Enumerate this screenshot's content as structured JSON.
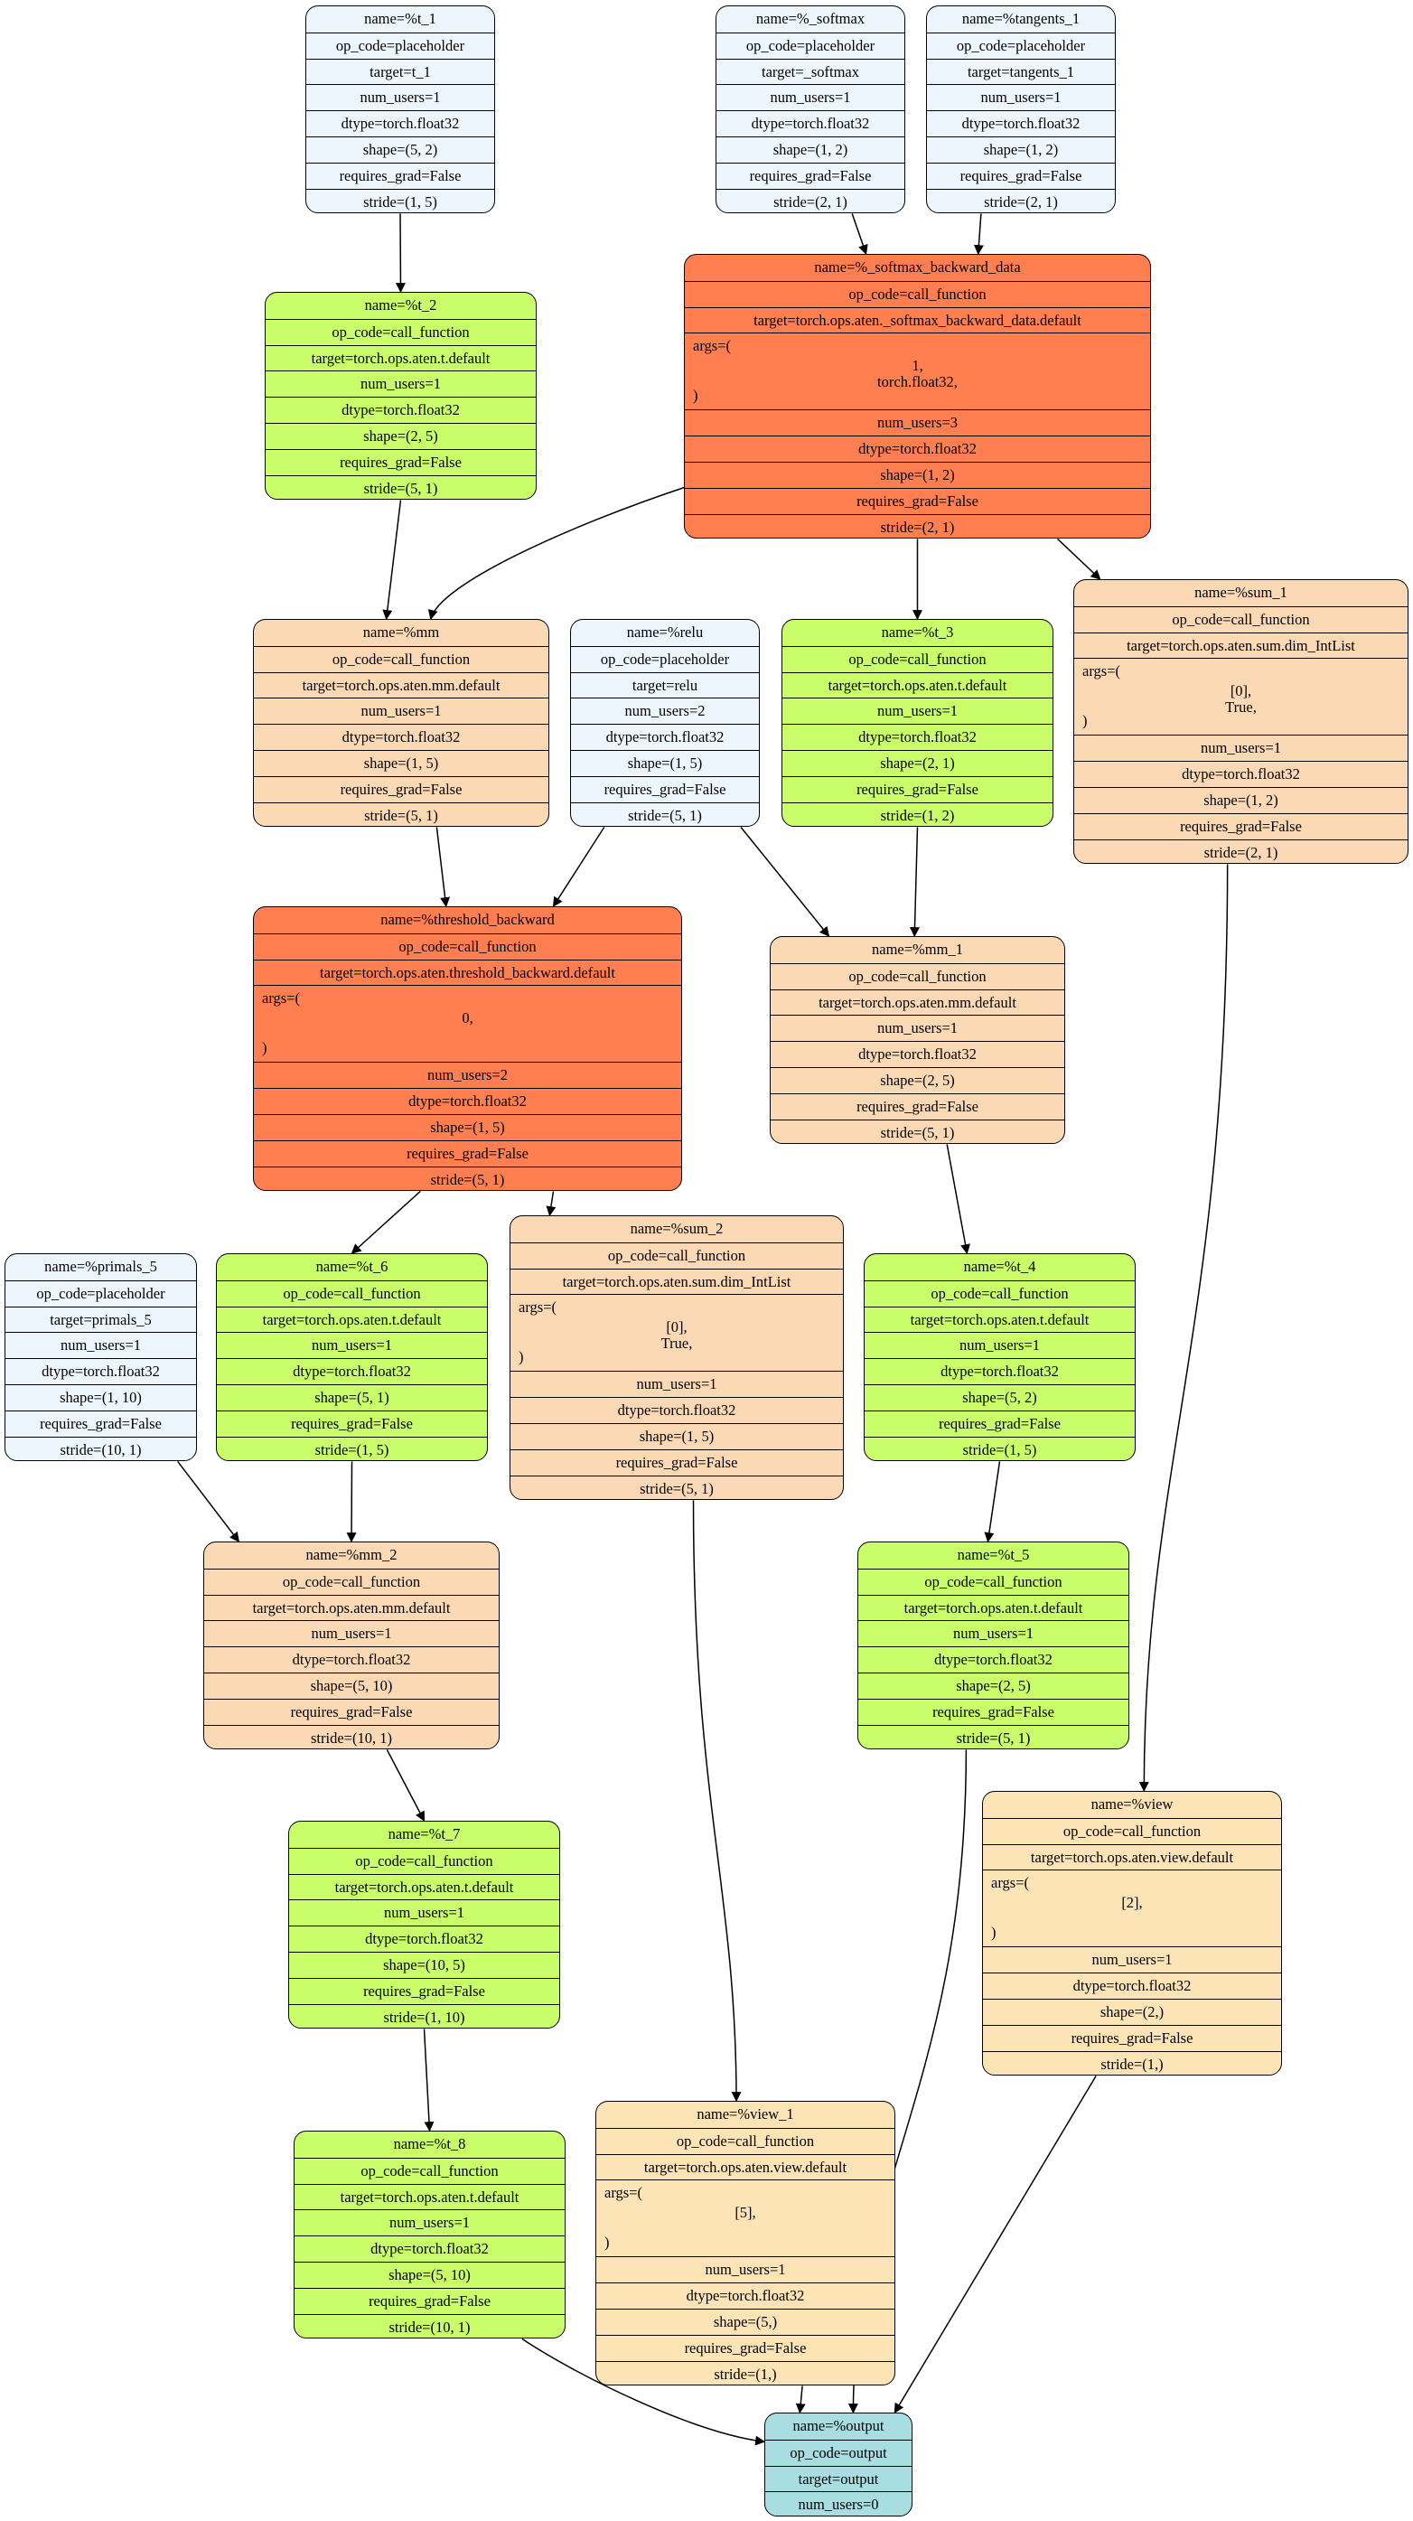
{
  "colors": {
    "placeholder": "#eef6fd",
    "green": "#c9fe6a",
    "peach": "#fcd9b5",
    "red": "#ff7f50",
    "tan": "#fde4b6",
    "output": "#a8dde2",
    "edge": "#000000"
  },
  "nodes": [
    {
      "id": "t_1",
      "rows": [
        "name=%t_1",
        "op_code=placeholder",
        "target=t_1",
        "num_users=1",
        "dtype=torch.float32",
        "shape=(5, 2)",
        "requires_grad=False",
        "stride=(1, 5)"
      ]
    },
    {
      "id": "softmax",
      "rows": [
        "name=%_softmax",
        "op_code=placeholder",
        "target=_softmax",
        "num_users=1",
        "dtype=torch.float32",
        "shape=(1, 2)",
        "requires_grad=False",
        "stride=(2, 1)"
      ]
    },
    {
      "id": "tangents_1",
      "rows": [
        "name=%tangents_1",
        "op_code=placeholder",
        "target=tangents_1",
        "num_users=1",
        "dtype=torch.float32",
        "shape=(1, 2)",
        "requires_grad=False",
        "stride=(2, 1)"
      ]
    },
    {
      "id": "t_2",
      "rows": [
        "name=%t_2",
        "op_code=call_function",
        "target=torch.ops.aten.t.default",
        "num_users=1",
        "dtype=torch.float32",
        "shape=(2, 5)",
        "requires_grad=False",
        "stride=(5, 1)"
      ]
    },
    {
      "id": "softmax_backward_data",
      "rows": [
        "name=%_softmax_backward_data",
        "op_code=call_function",
        "target=torch.ops.aten._softmax_backward_data.default"
      ],
      "args": [
        "1,",
        "torch.float32,"
      ],
      "rows_after": [
        "num_users=3",
        "dtype=torch.float32",
        "shape=(1, 2)",
        "requires_grad=False",
        "stride=(2, 1)"
      ]
    },
    {
      "id": "mm",
      "rows": [
        "name=%mm",
        "op_code=call_function",
        "target=torch.ops.aten.mm.default",
        "num_users=1",
        "dtype=torch.float32",
        "shape=(1, 5)",
        "requires_grad=False",
        "stride=(5, 1)"
      ]
    },
    {
      "id": "relu",
      "rows": [
        "name=%relu",
        "op_code=placeholder",
        "target=relu",
        "num_users=2",
        "dtype=torch.float32",
        "shape=(1, 5)",
        "requires_grad=False",
        "stride=(5, 1)"
      ]
    },
    {
      "id": "t_3",
      "rows": [
        "name=%t_3",
        "op_code=call_function",
        "target=torch.ops.aten.t.default",
        "num_users=1",
        "dtype=torch.float32",
        "shape=(2, 1)",
        "requires_grad=False",
        "stride=(1, 2)"
      ]
    },
    {
      "id": "sum_1",
      "rows": [
        "name=%sum_1",
        "op_code=call_function",
        "target=torch.ops.aten.sum.dim_IntList"
      ],
      "args": [
        "[0],",
        "True,"
      ],
      "rows_after": [
        "num_users=1",
        "dtype=torch.float32",
        "shape=(1, 2)",
        "requires_grad=False",
        "stride=(2, 1)"
      ]
    },
    {
      "id": "threshold_backward",
      "rows": [
        "name=%threshold_backward",
        "op_code=call_function",
        "target=torch.ops.aten.threshold_backward.default"
      ],
      "args": [
        "0,"
      ],
      "rows_after": [
        "num_users=2",
        "dtype=torch.float32",
        "shape=(1, 5)",
        "requires_grad=False",
        "stride=(5, 1)"
      ]
    },
    {
      "id": "mm_1",
      "rows": [
        "name=%mm_1",
        "op_code=call_function",
        "target=torch.ops.aten.mm.default",
        "num_users=1",
        "dtype=torch.float32",
        "shape=(2, 5)",
        "requires_grad=False",
        "stride=(5, 1)"
      ]
    },
    {
      "id": "primals_5",
      "rows": [
        "name=%primals_5",
        "op_code=placeholder",
        "target=primals_5",
        "num_users=1",
        "dtype=torch.float32",
        "shape=(1, 10)",
        "requires_grad=False",
        "stride=(10, 1)"
      ]
    },
    {
      "id": "t_6",
      "rows": [
        "name=%t_6",
        "op_code=call_function",
        "target=torch.ops.aten.t.default",
        "num_users=1",
        "dtype=torch.float32",
        "shape=(5, 1)",
        "requires_grad=False",
        "stride=(1, 5)"
      ]
    },
    {
      "id": "sum_2",
      "rows": [
        "name=%sum_2",
        "op_code=call_function",
        "target=torch.ops.aten.sum.dim_IntList"
      ],
      "args": [
        "[0],",
        "True,"
      ],
      "rows_after": [
        "num_users=1",
        "dtype=torch.float32",
        "shape=(1, 5)",
        "requires_grad=False",
        "stride=(5, 1)"
      ]
    },
    {
      "id": "t_4",
      "rows": [
        "name=%t_4",
        "op_code=call_function",
        "target=torch.ops.aten.t.default",
        "num_users=1",
        "dtype=torch.float32",
        "shape=(5, 2)",
        "requires_grad=False",
        "stride=(1, 5)"
      ]
    },
    {
      "id": "mm_2",
      "rows": [
        "name=%mm_2",
        "op_code=call_function",
        "target=torch.ops.aten.mm.default",
        "num_users=1",
        "dtype=torch.float32",
        "shape=(5, 10)",
        "requires_grad=False",
        "stride=(10, 1)"
      ]
    },
    {
      "id": "t_5",
      "rows": [
        "name=%t_5",
        "op_code=call_function",
        "target=torch.ops.aten.t.default",
        "num_users=1",
        "dtype=torch.float32",
        "shape=(2, 5)",
        "requires_grad=False",
        "stride=(5, 1)"
      ]
    },
    {
      "id": "view",
      "rows": [
        "name=%view",
        "op_code=call_function",
        "target=torch.ops.aten.view.default"
      ],
      "args": [
        "[2],"
      ],
      "rows_after": [
        "num_users=1",
        "dtype=torch.float32",
        "shape=(2,)",
        "requires_grad=False",
        "stride=(1,)"
      ]
    },
    {
      "id": "t_7",
      "rows": [
        "name=%t_7",
        "op_code=call_function",
        "target=torch.ops.aten.t.default",
        "num_users=1",
        "dtype=torch.float32",
        "shape=(10, 5)",
        "requires_grad=False",
        "stride=(1, 10)"
      ]
    },
    {
      "id": "t_8",
      "rows": [
        "name=%t_8",
        "op_code=call_function",
        "target=torch.ops.aten.t.default",
        "num_users=1",
        "dtype=torch.float32",
        "shape=(5, 10)",
        "requires_grad=False",
        "stride=(10, 1)"
      ]
    },
    {
      "id": "view_1",
      "rows": [
        "name=%view_1",
        "op_code=call_function",
        "target=torch.ops.aten.view.default"
      ],
      "args": [
        "[5],"
      ],
      "rows_after": [
        "num_users=1",
        "dtype=torch.float32",
        "shape=(5,)",
        "requires_grad=False",
        "stride=(1,)"
      ]
    },
    {
      "id": "output",
      "rows": [
        "name=%output",
        "op_code=output",
        "target=output",
        "num_users=0"
      ]
    }
  ],
  "edges": [
    {
      "from": "t_1",
      "to": "t_2"
    },
    {
      "from": "softmax",
      "to": "softmax_backward_data"
    },
    {
      "from": "tangents_1",
      "to": "softmax_backward_data"
    },
    {
      "from": "softmax_backward_data",
      "to": "mm"
    },
    {
      "from": "t_2",
      "to": "mm"
    },
    {
      "from": "softmax_backward_data",
      "to": "t_3"
    },
    {
      "from": "softmax_backward_data",
      "to": "sum_1"
    },
    {
      "from": "mm",
      "to": "threshold_backward"
    },
    {
      "from": "relu",
      "to": "threshold_backward"
    },
    {
      "from": "relu",
      "to": "mm_1"
    },
    {
      "from": "t_3",
      "to": "mm_1"
    },
    {
      "from": "threshold_backward",
      "to": "t_6"
    },
    {
      "from": "threshold_backward",
      "to": "sum_2"
    },
    {
      "from": "mm_1",
      "to": "t_4"
    },
    {
      "from": "primals_5",
      "to": "mm_2"
    },
    {
      "from": "t_6",
      "to": "mm_2"
    },
    {
      "from": "t_4",
      "to": "t_5"
    },
    {
      "from": "sum_1",
      "to": "view"
    },
    {
      "from": "mm_2",
      "to": "t_7"
    },
    {
      "from": "t_7",
      "to": "t_8"
    },
    {
      "from": "sum_2",
      "to": "view_1"
    },
    {
      "from": "t_8",
      "to": "output"
    },
    {
      "from": "view_1",
      "to": "output"
    },
    {
      "from": "t_5",
      "to": "output"
    },
    {
      "from": "view",
      "to": "output"
    }
  ]
}
